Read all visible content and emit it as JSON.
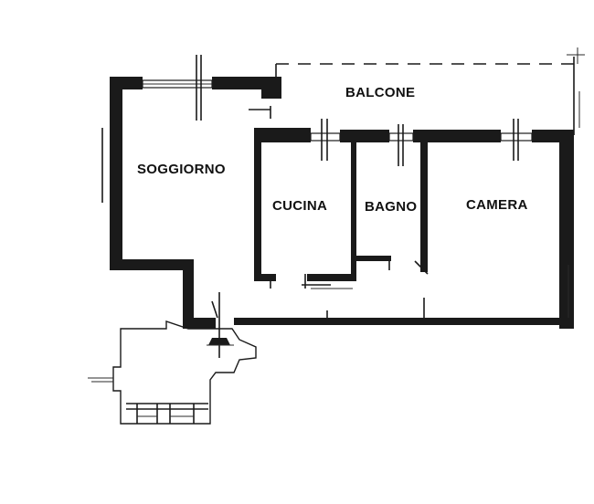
{
  "plan": {
    "rooms": {
      "balcone": "BALCONE",
      "soggiorno": "SOGGIORNO",
      "cucina": "CUCINA",
      "bagno": "BAGNO",
      "camera": "CAMERA"
    },
    "colors": {
      "wall": "#1a1a1a",
      "paper": "#ffffff"
    }
  }
}
